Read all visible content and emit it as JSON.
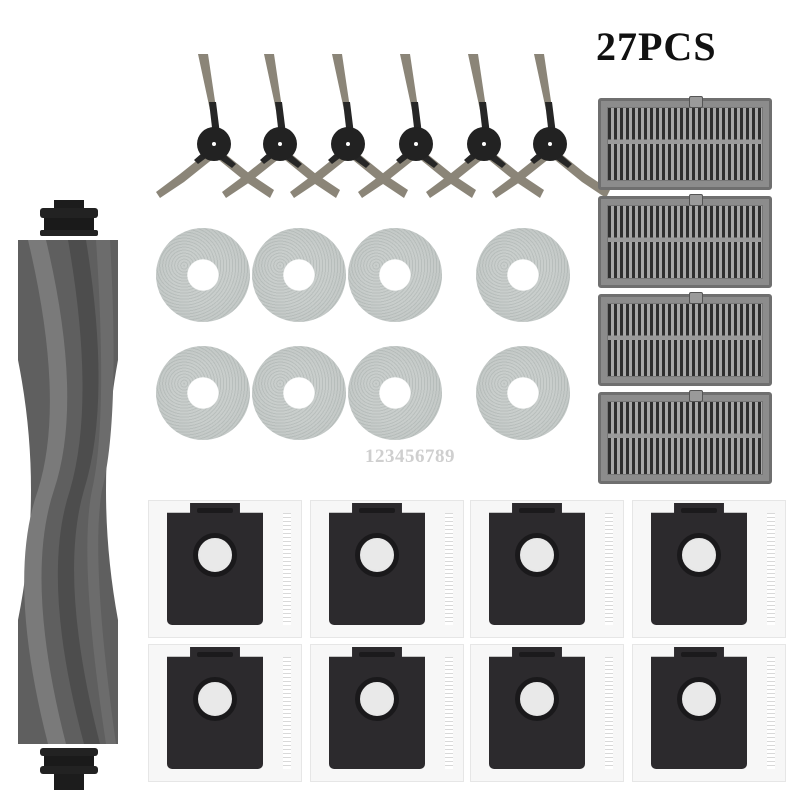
{
  "title": "27PCS",
  "watermark": "123456789",
  "colors": {
    "background": "#ffffff",
    "title": "#111111",
    "watermark": "#cfcfcf",
    "brush_hub": "#222222",
    "brush_bristles": "#8b8578",
    "roller": "#5f5f5f",
    "pad": "#c4c9c7",
    "filter_frame": "#8c8c8c",
    "bag_card": "#2c2a2d"
  },
  "items": {
    "side_brushes": {
      "label": "side brush",
      "count": 6
    },
    "main_roller": {
      "label": "main roller brush",
      "count": 1
    },
    "mop_pads": {
      "label": "mop pad",
      "count": 8
    },
    "hepa_filters": {
      "label": "filter",
      "count": 4
    },
    "dust_bags": {
      "label": "dust bag",
      "count": 8
    }
  }
}
